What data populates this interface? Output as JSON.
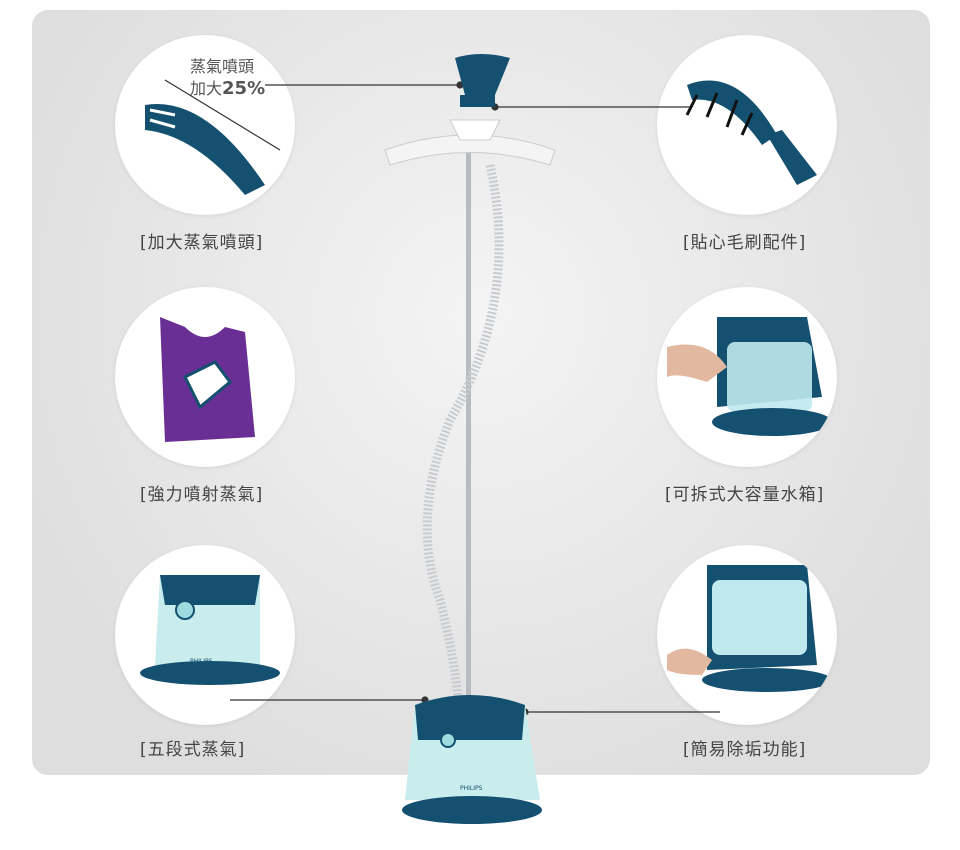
{
  "callout": {
    "line1": "蒸氣噴頭",
    "line2_prefix": "加大",
    "line2_value": "25%"
  },
  "features": [
    {
      "label": "[加大蒸氣噴頭]"
    },
    {
      "label": "[貼心毛刷配件]"
    },
    {
      "label": "[強力噴射蒸氣]"
    },
    {
      "label": "[可拆式大容量水箱]"
    },
    {
      "label": "[五段式蒸氣]"
    },
    {
      "label": "[簡易除垢功能]"
    }
  ],
  "brand": "PHILIPS",
  "colors": {
    "teal": "#14506f",
    "mint": "#cdeeee",
    "garment": "#6a2f95"
  }
}
